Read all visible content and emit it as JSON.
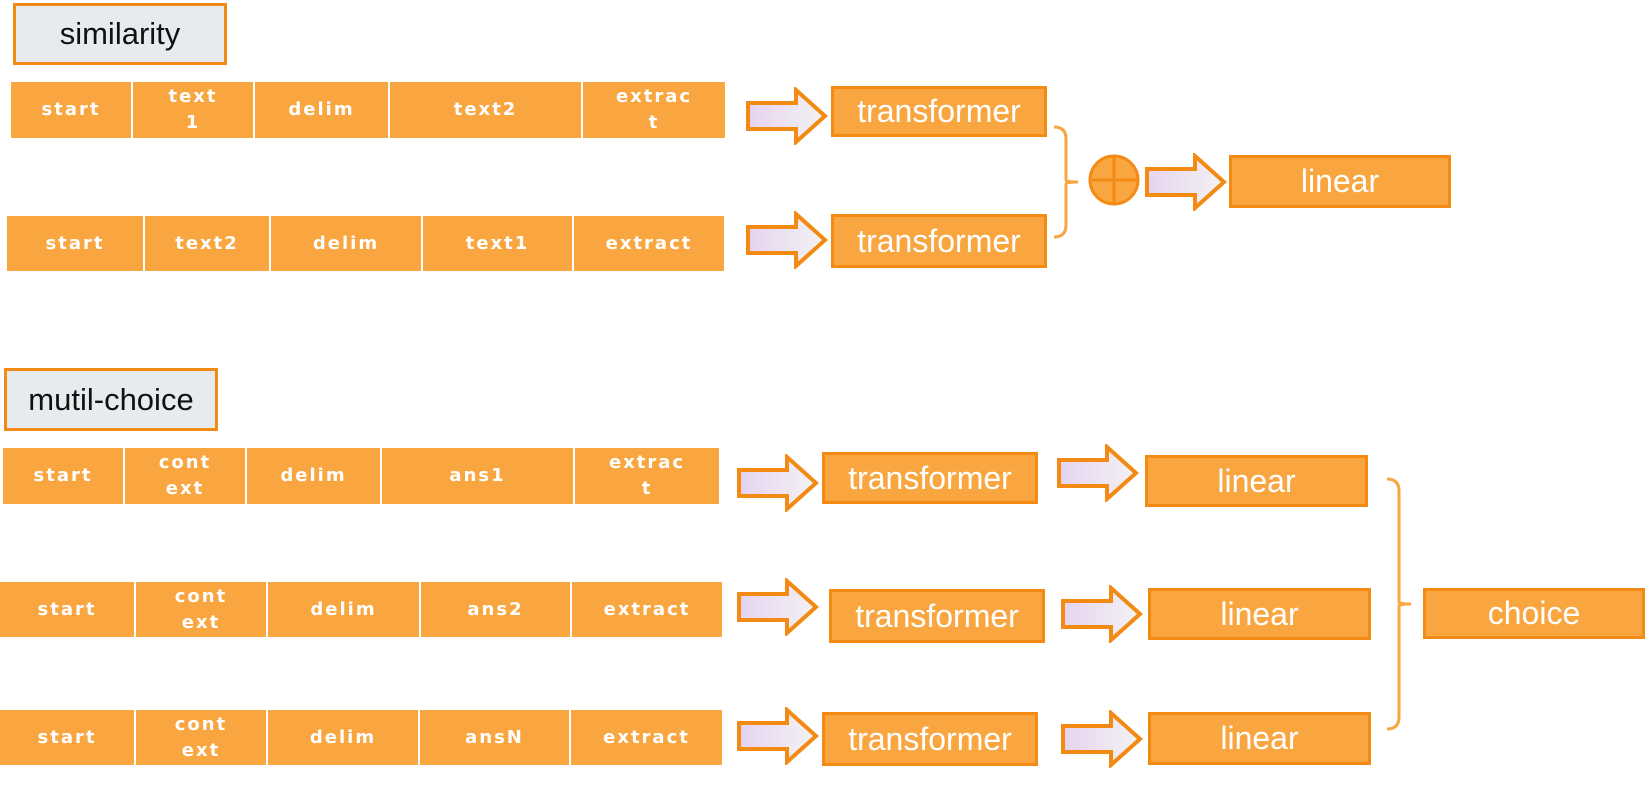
{
  "colors": {
    "token_fill": "#faa640",
    "block_border": "#f28a14",
    "label_fill": "#e8ebee",
    "arrow_fill_start": "#e8d8f0",
    "arrow_fill_end": "#f2f2f2",
    "bracket": "#faa640"
  },
  "similarity": {
    "label": "similarity",
    "row1": [
      "start",
      "text\n1",
      "delim",
      "text2",
      "extrac\nt"
    ],
    "row2": [
      "start",
      "text2",
      "delim",
      "text1",
      "extract"
    ],
    "transformer1": "transformer",
    "transformer2": "transformer",
    "combine_icon": "plus-circle-icon",
    "linear": "linear"
  },
  "multichoice": {
    "label": "mutil-choice",
    "row1": [
      "start",
      "cont\next",
      "delim",
      "ans1",
      "extrac\nt"
    ],
    "row2": [
      "start",
      "cont\next",
      "delim",
      "ans2",
      "extract"
    ],
    "row3": [
      "start",
      "cont\next",
      "delim",
      "ansN",
      "extract"
    ],
    "transformer1": "transformer",
    "transformer2": "transformer",
    "transformer3": "transformer",
    "linear1": "linear",
    "linear2": "linear",
    "linear3": "linear",
    "choice": "choice"
  }
}
